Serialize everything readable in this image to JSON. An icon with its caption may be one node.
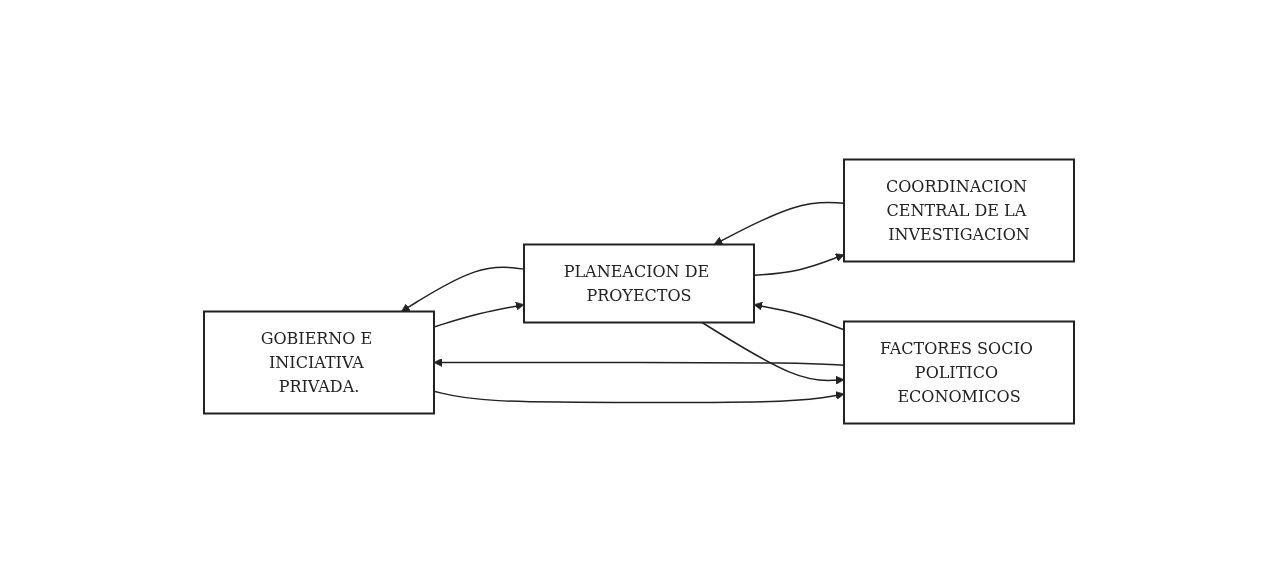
{
  "diagram": {
    "nodes": [
      {
        "text": [
          "GOBIERNO E INICIATIVA PRIVADA."
        ]
      },
      {
        "text": [
          "COORDINACION CENTRAL DE LA INVESTIGACION"
        ]
      },
      {
        "text": [
          "PLANEACION DE PROYECTOS"
        ]
      },
      {
        "text": [
          "FACTORES SOCIO POLITICO ECONOMICOS"
        ]
      }
    ],
    "edges": [
      {
        "from": 2,
        "to": 0,
        "arrow": "to"
      },
      {
        "from": 0,
        "to": 2,
        "arrow": "to"
      },
      {
        "from": 0,
        "to": 3,
        "arrow": "to"
      },
      {
        "from": 3,
        "to": 0,
        "arrow": "to"
      },
      {
        "from": 1,
        "to": 2,
        "arrow": "to"
      },
      {
        "from": 2,
        "to": 1,
        "arrow": "to"
      },
      {
        "from": 2,
        "to": 3,
        "arrow": "to"
      },
      {
        "from": 3,
        "to": 2,
        "arrow": "to"
      }
    ]
  }
}
